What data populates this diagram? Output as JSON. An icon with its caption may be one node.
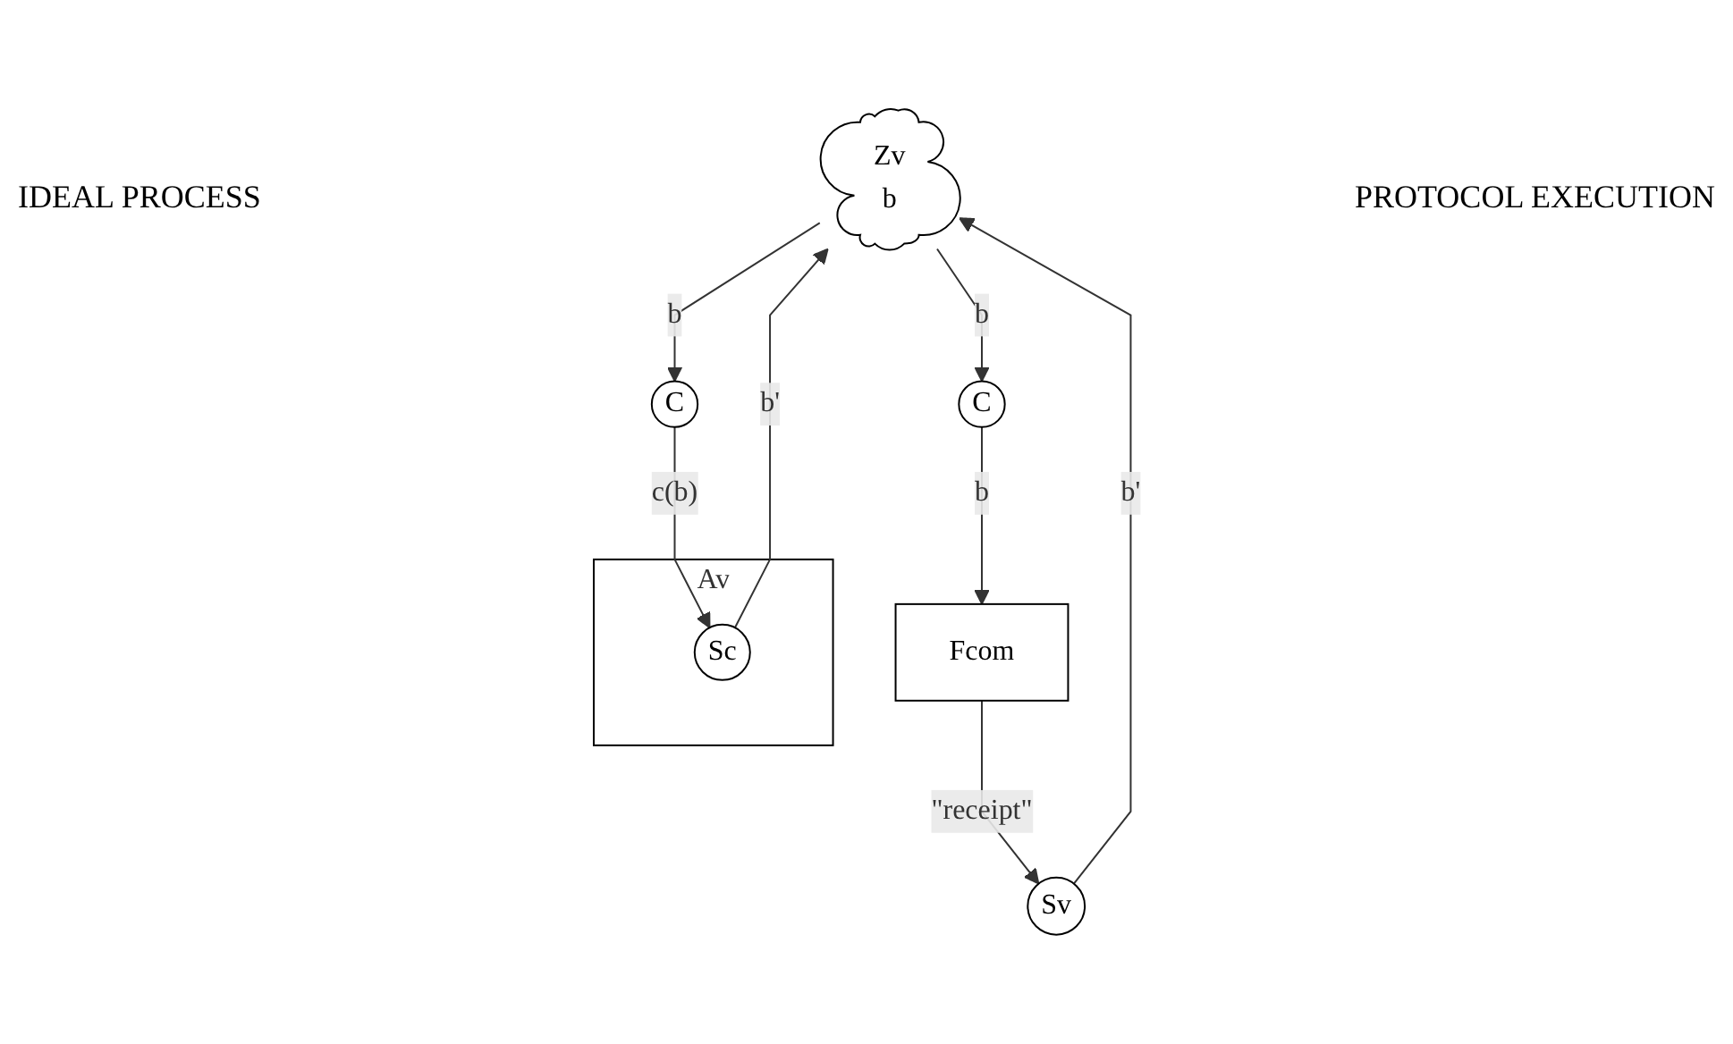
{
  "diagram": {
    "nodes": [
      {
        "text": [
          "Zv",
          "b"
        ]
      },
      {
        "text": [
          "C"
        ]
      },
      {
        "text": [
          "Sv"
        ]
      },
      {
        "text": [
          "Fcom"
        ]
      },
      {
        "text": [
          "C"
        ]
      },
      {
        "text": [
          "Av"
        ]
      },
      {
        "text": [
          "Sc"
        ],
        "in": 5
      }
    ],
    "edges": [
      {
        "from": 0,
        "to": 1,
        "arrow": "to",
        "label": "b"
      },
      {
        "from": 2,
        "to": 0,
        "arrow": "to",
        "label": "b'"
      },
      {
        "from": 1,
        "to": 3,
        "arrow": "to",
        "label": "b"
      },
      {
        "from": 3,
        "to": 2,
        "arrow": "to",
        "label": "\"receipt\""
      },
      {
        "from": 0,
        "to": 4,
        "arrow": "to",
        "label": "b"
      },
      {
        "from": 6,
        "to": 0,
        "arrow": "to",
        "label": "b'"
      },
      {
        "from": 4,
        "to": 6,
        "arrow": "to",
        "label": "c(b)"
      }
    ],
    "labels": [
      "IDEAL PROCESS",
      "PROTOCOL EXECUTION"
    ]
  }
}
